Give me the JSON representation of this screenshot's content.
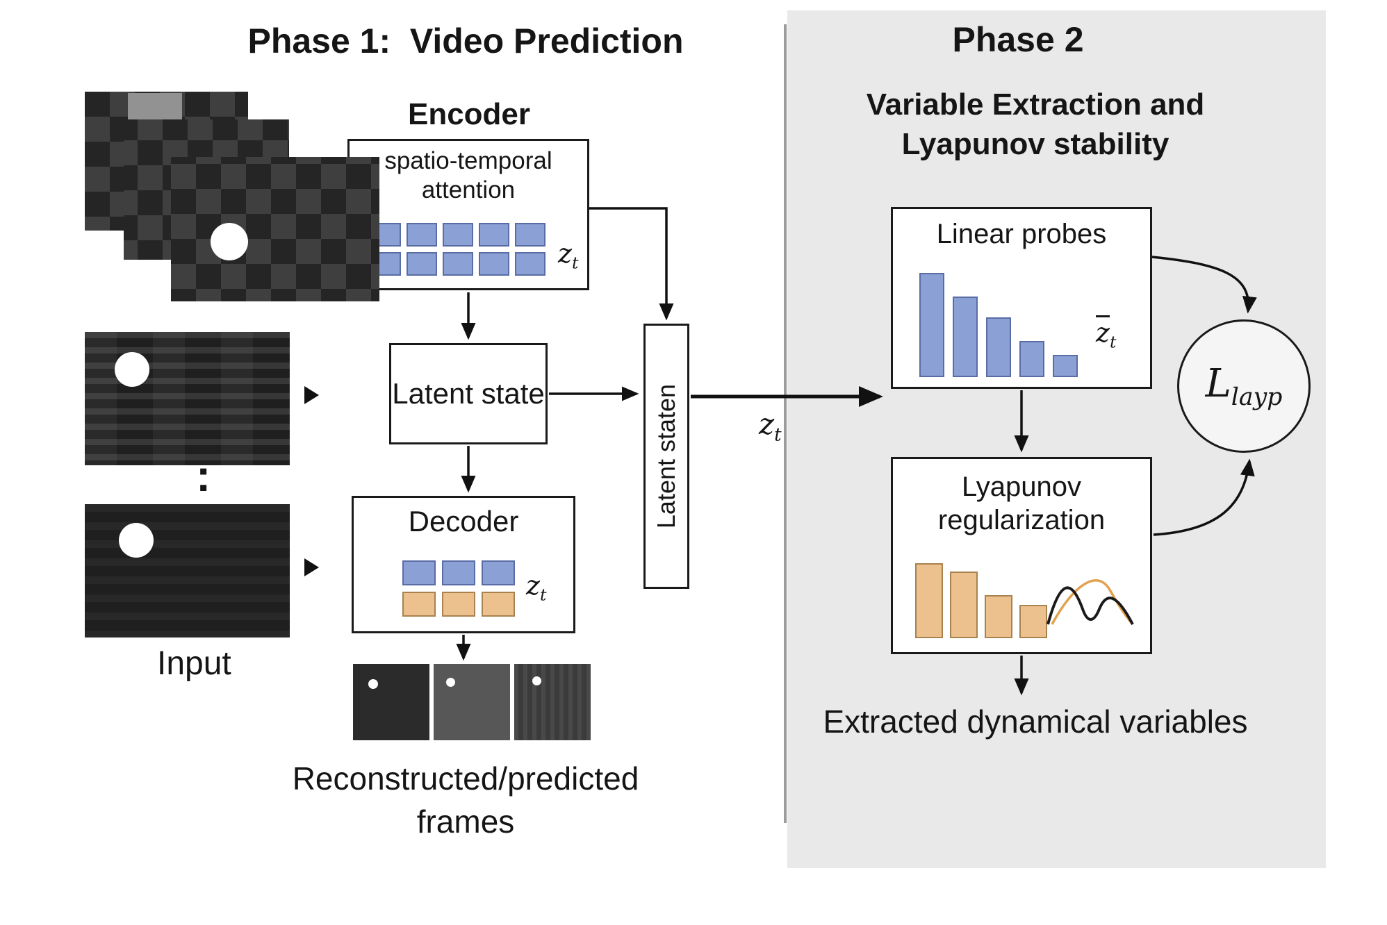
{
  "colors": {
    "panel_bg": "#e9e9e9",
    "divider": "#9c9c9c",
    "box_border": "#1a1a1a",
    "token_blue": "#8ba0d4",
    "token_blue_border": "#5a6ca5",
    "token_orange": "#ecc18d",
    "token_orange_border": "#a8824f",
    "arrow": "#111111"
  },
  "symbols": {
    "z": "z",
    "t": "t",
    "L": "L",
    "layp": "layp"
  },
  "phase1": {
    "title": "Phase 1:  Video Prediction",
    "encoder_heading": "Encoder",
    "encoder_text": "spatio-temporal attention",
    "latent_state": "Latent state",
    "decoder": "Decoder",
    "latent_column": "Latent staten",
    "input_label": "Input",
    "dots": ":",
    "recon_caption": "Reconstructed/predicted frames"
  },
  "phase2": {
    "title": "Phase 2",
    "subtitle": "Variable Extraction and Lyapunov stability",
    "linear_probes": "Linear probes",
    "lyapunov": "Lyapunov regularization",
    "extracted": "Extracted dynamical variables"
  },
  "chart_data": [
    {
      "type": "bar",
      "title": "Linear probes",
      "values": [
        150,
        116,
        86,
        52,
        32
      ],
      "color": "#8ba0d4"
    },
    {
      "type": "bar",
      "title": "Lyapunov regularization",
      "values": [
        108,
        96,
        62,
        48
      ],
      "color": "#ecc18d"
    }
  ]
}
